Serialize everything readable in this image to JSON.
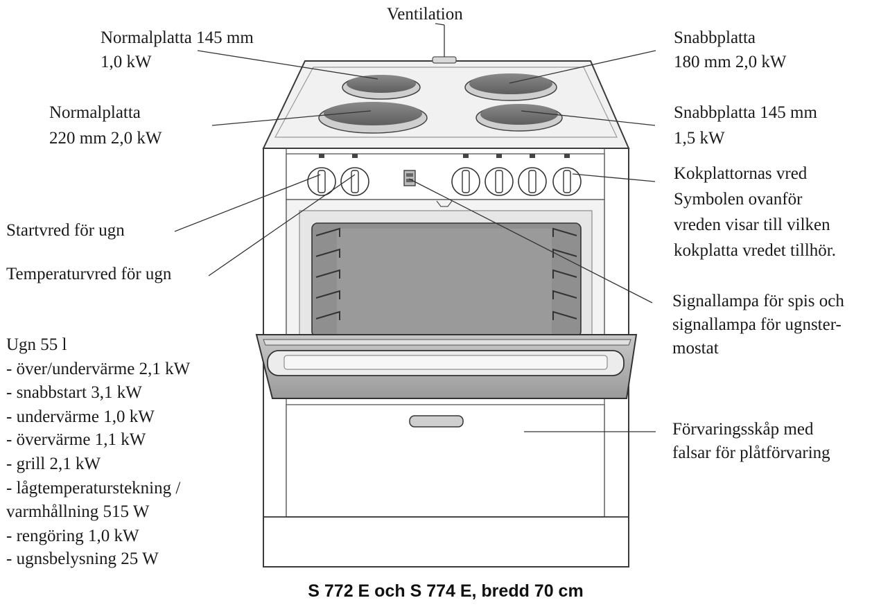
{
  "caption": "S 772 E och S 774 E, bredd 70 cm",
  "labels": {
    "ventilation": "Ventilation",
    "normalplatta_145": [
      "Normalplatta 145 mm",
      "1,0 kW"
    ],
    "snabbplatta_180": [
      "Snabbplatta",
      "180 mm 2,0 kW"
    ],
    "normalplatta_220": [
      "Normalplatta",
      "220 mm 2,0 kW"
    ],
    "snabbplatta_145": [
      "Snabbplatta 145 mm",
      "1,5 kW"
    ],
    "kokplattornas_vred": [
      "Kokplattornas vred",
      "Symbolen ovanför",
      "vreden visar till vilken",
      "kokplatta vredet tillhör."
    ],
    "startvred": "Startvred för ugn",
    "temperaturvred": "Temperaturvred för ugn",
    "signallampa": [
      "Signallampa för spis och",
      "signallampa för ugnster-",
      "mostat"
    ],
    "forvaringsskap": [
      "Förvaringsskåp med",
      "falsar för plåtförvaring"
    ],
    "ugn": [
      "Ugn 55 l",
      "- över/undervärme 2,1 kW",
      "- snabbstart 3,1 kW",
      "- undervärme 1,0 kW",
      "- övervärme 1,1 kW",
      "- grill 2,1 kW",
      "- lågtemperaturstekning /",
      "varmhållning 515 W",
      "- rengöring 1,0 kW",
      "- ugnsbelysning 25 W"
    ]
  }
}
